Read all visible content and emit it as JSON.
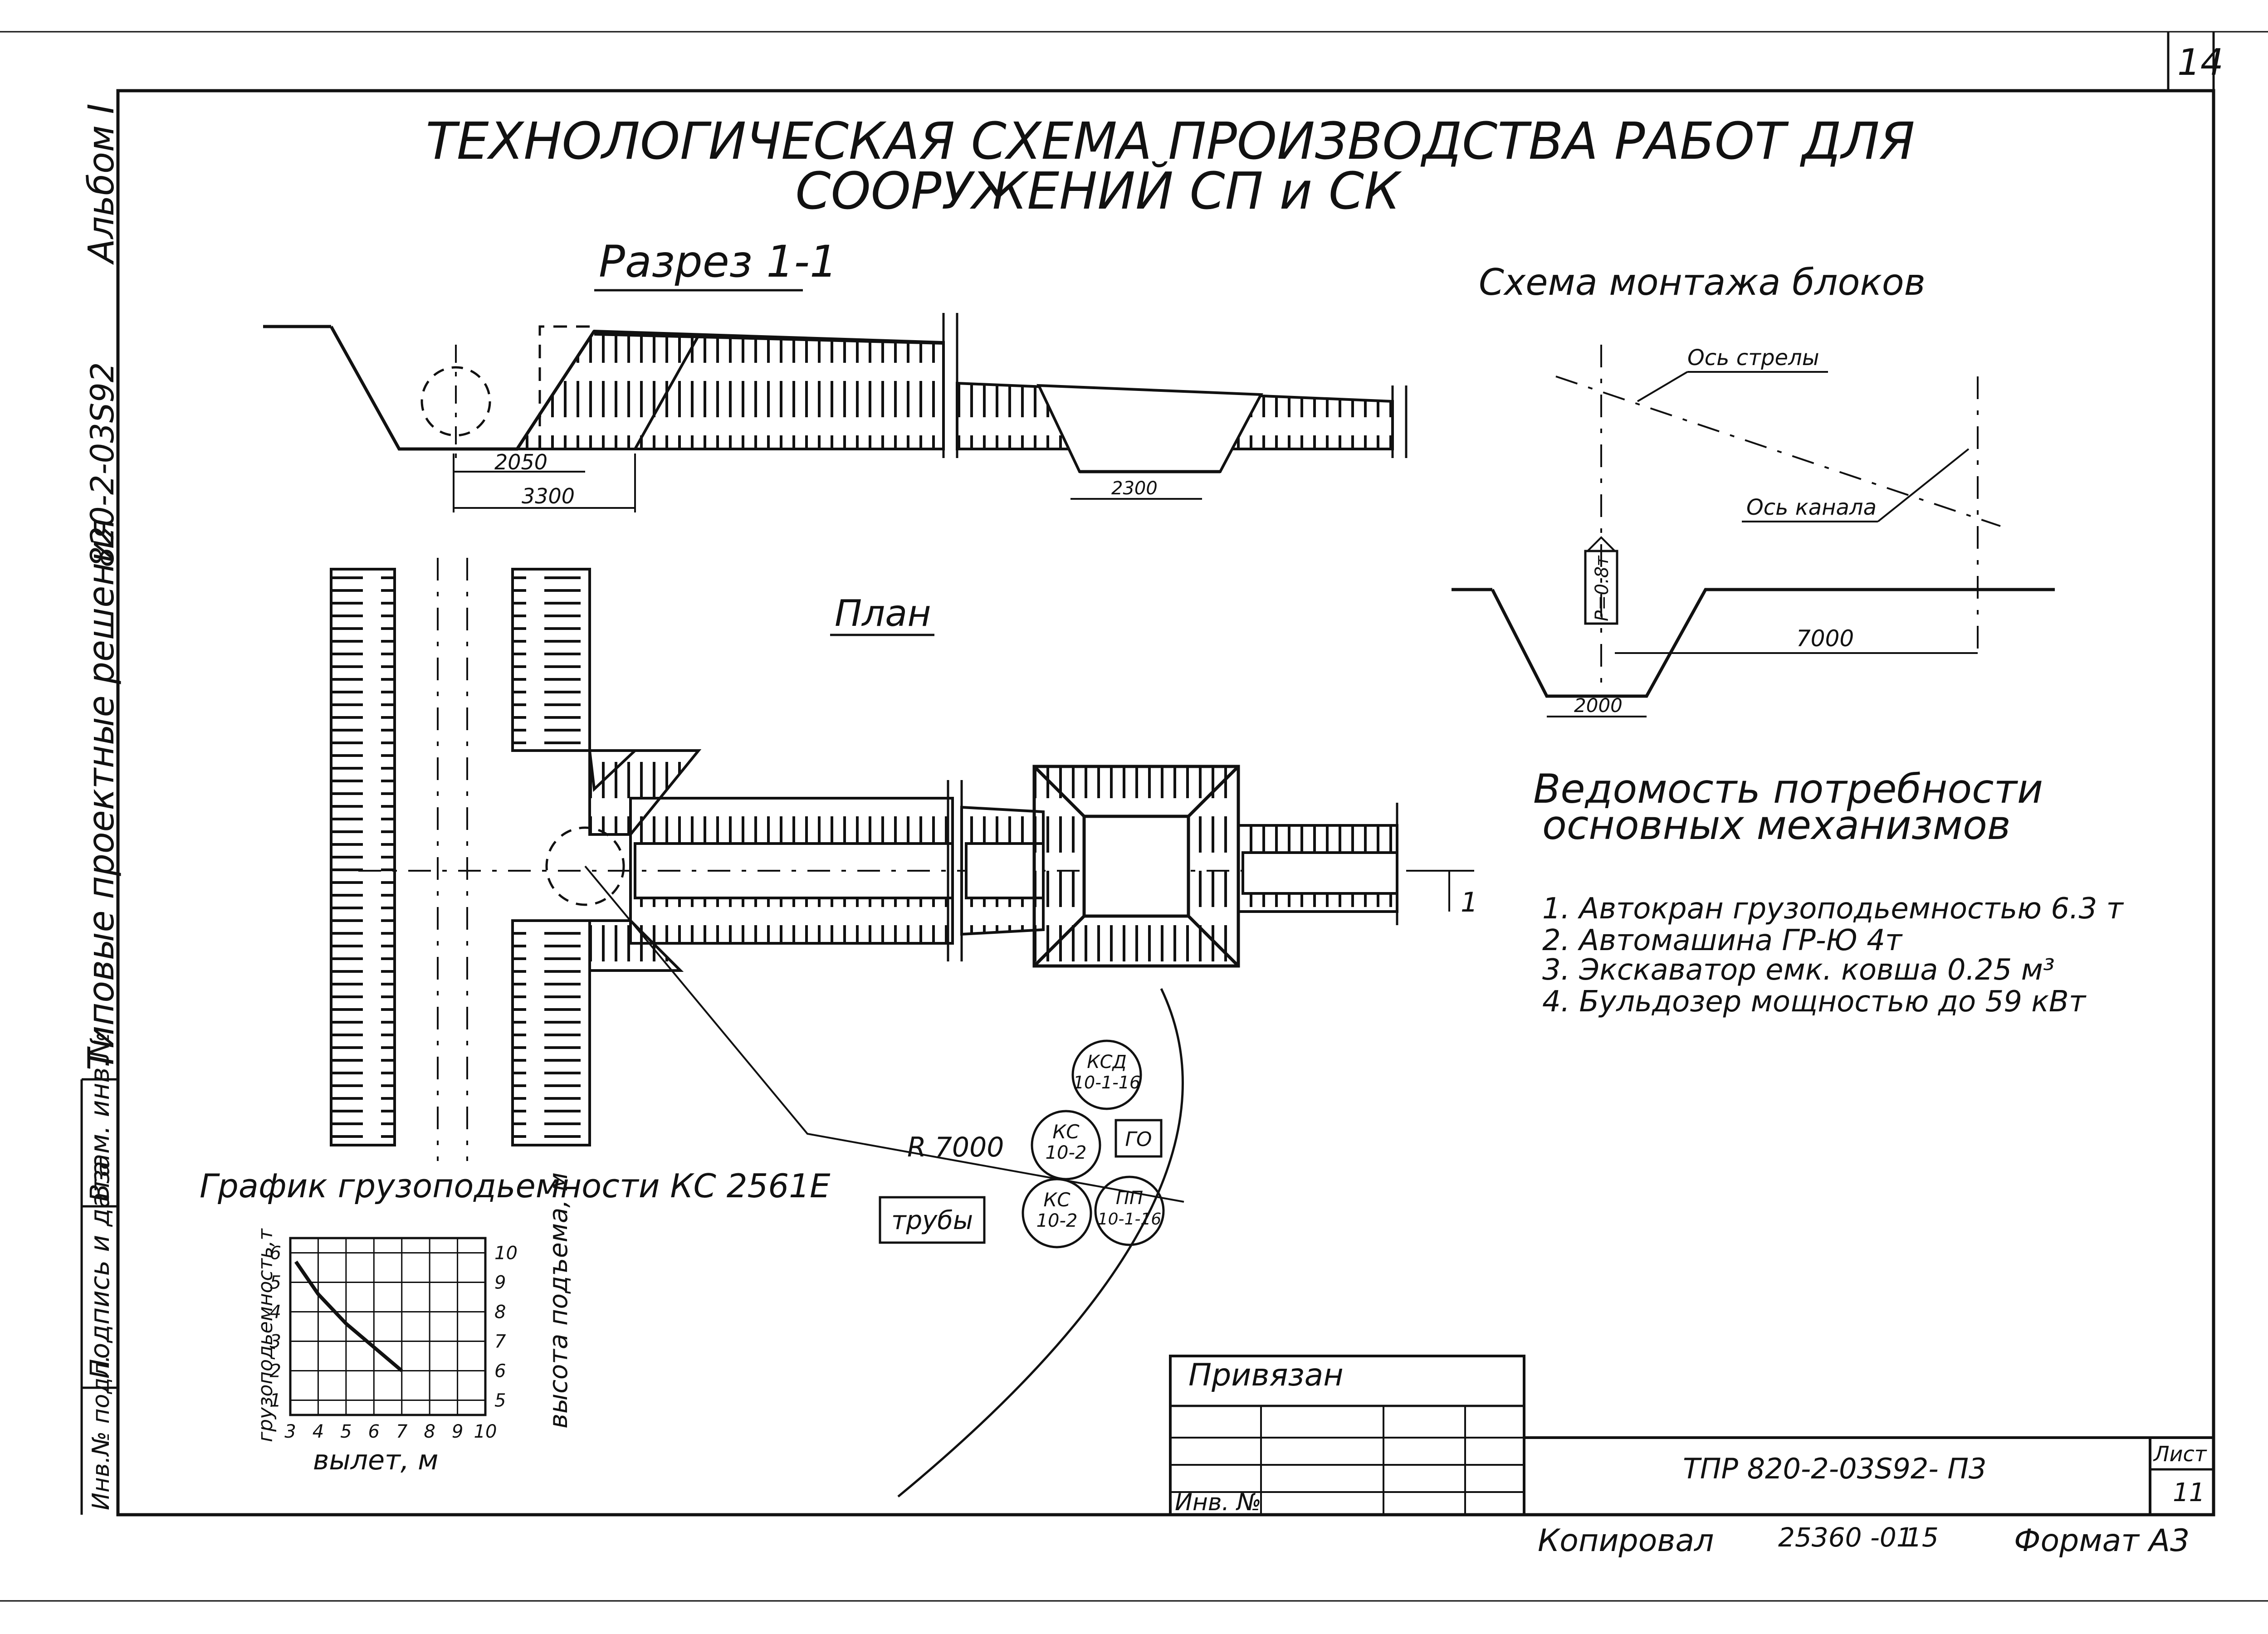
{
  "page_number": "14",
  "title_line1": "ТЕХНОЛОГИЧЕСКАЯ СХЕМА ПРОИЗВОДСТВА РАБОТ ДЛЯ",
  "title_line2": "СООРУЖЕНИЙ  СП и СК",
  "left_margin": {
    "album": "Альбом I",
    "series": "820-2-03S92",
    "typical": "Типовые проектные решения",
    "inv_replace": "Взам. инв.№",
    "sign_date": "Подпись и дата",
    "inv_orig": "Инв.№ подл."
  },
  "section": {
    "title": "Разрез 1-1",
    "dim_bottom": "2050",
    "dim_total": "3300",
    "dim_right": "2300"
  },
  "plan": {
    "title": "План",
    "section_mark": "1",
    "radius_label": "R 7000"
  },
  "montage": {
    "title": "Схема монтажа блоков",
    "boom_axis": "Ось стрелы",
    "channel_axis": "Ось канала",
    "load": "P=0.8т",
    "dim_reach": "7000",
    "dim_bottom": "2000"
  },
  "inventory": {
    "title_line1": "Ведомость потребности",
    "title_line2": "основных механизмов",
    "items": [
      "1.  Автокран грузоподьемностью 6.3 т",
      "2.  Автомашина ГР-Ю  4т",
      "3.  Экскаватор емк. ковша  0.25 м³",
      "4.  Бульдозер мощностью  до 59 кВт"
    ]
  },
  "storage": {
    "ksd": [
      "КСД",
      "10-1-16"
    ],
    "ks1": [
      "КС",
      "10-2"
    ],
    "go": "ГО",
    "pp": [
      "ПП",
      "10-1-16"
    ],
    "ks2": [
      "КС",
      "10-2"
    ],
    "pipes": "трубы"
  },
  "chart_title": "График грузоподьемности КС 2561Е",
  "chart_data": {
    "type": "line",
    "title": "График грузоподьемности КС 2561Е",
    "xlabel": "вылет, м",
    "ylabel": "грузоподьемность,т",
    "y2label": "высота подъема, м",
    "x_ticks": [
      "3",
      "4",
      "5",
      "6",
      "7",
      "8",
      "9",
      "10"
    ],
    "y_ticks": [
      "1",
      "2",
      "3",
      "4",
      "5",
      "6"
    ],
    "y2_ticks": [
      "5",
      "6",
      "7",
      "8",
      "9",
      "10"
    ],
    "xlim": [
      3,
      10
    ],
    "ylim": [
      0.5,
      6.5
    ],
    "grid": true,
    "series": [
      {
        "x": [
          3.2,
          4,
          5,
          6,
          7
        ],
        "values": [
          5.7,
          4.6,
          3.6,
          2.8,
          2.0
        ]
      }
    ]
  },
  "title_block": {
    "attached": "Привязан",
    "inv_no": "Инв. №",
    "doc_code": "ТПР 820-2-03S92- П3",
    "sheet_label": "Лист",
    "sheet_no": "11"
  },
  "footer": {
    "copied": "Копировал",
    "order_no": "25360 -01",
    "copy_no": "15",
    "format": "Формат А3"
  }
}
